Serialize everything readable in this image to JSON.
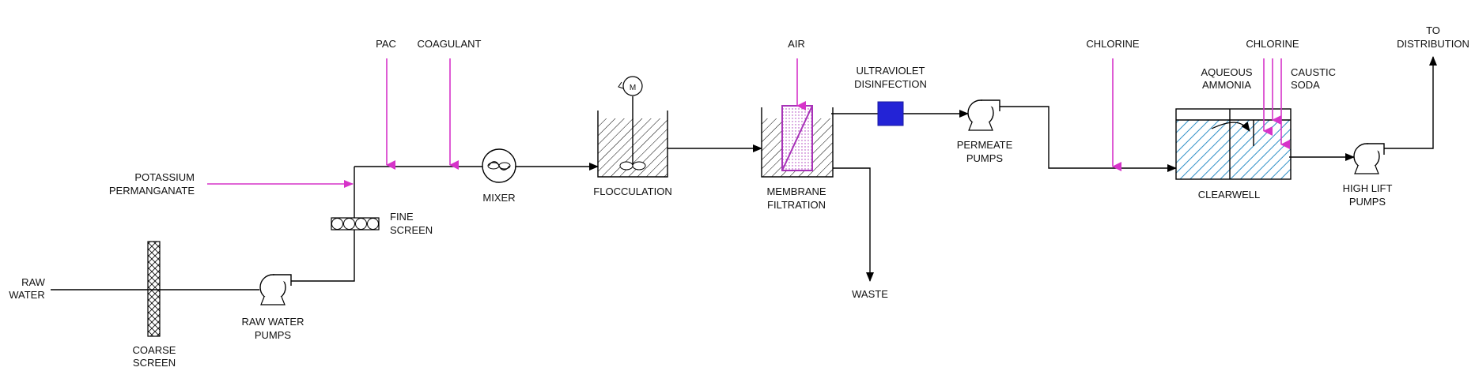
{
  "colors": {
    "process_line": "#000000",
    "chemical_feed": "#d633c9",
    "uv_unit": "#2323d6",
    "clearwell_hatch": "#2f8fc7",
    "membrane_element": "#a833b8"
  },
  "labels": {
    "raw_water": [
      "RAW",
      "WATER"
    ],
    "coarse_screen": [
      "COARSE",
      "SCREEN"
    ],
    "raw_water_pumps": [
      "RAW WATER",
      "PUMPS"
    ],
    "fine_screen": [
      "FINE",
      "SCREEN"
    ],
    "potassium_permanganate": [
      "POTASSIUM",
      "PERMANGANATE"
    ],
    "pac": "PAC",
    "coagulant": "COAGULANT",
    "mixer": "MIXER",
    "motor": "M",
    "flocculation": "FLOCCULATION",
    "air": "AIR",
    "membrane_filtration": [
      "MEMBRANE",
      "FILTRATION"
    ],
    "uv_disinfection": [
      "ULTRAVIOLET",
      "DISINFECTION"
    ],
    "waste": "WASTE",
    "permeate_pumps": [
      "PERMEATE",
      "PUMPS"
    ],
    "chlorine_1": "CHLORINE",
    "chlorine_2": "CHLORINE",
    "aqueous_ammonia": [
      "AQUEOUS",
      "AMMONIA"
    ],
    "caustic_soda": [
      "CAUSTIC",
      "SODA"
    ],
    "clearwell": "CLEARWELL",
    "high_lift_pumps": [
      "HIGH LIFT",
      "PUMPS"
    ],
    "to_distribution": [
      "TO",
      "DISTRIBUTION"
    ]
  }
}
